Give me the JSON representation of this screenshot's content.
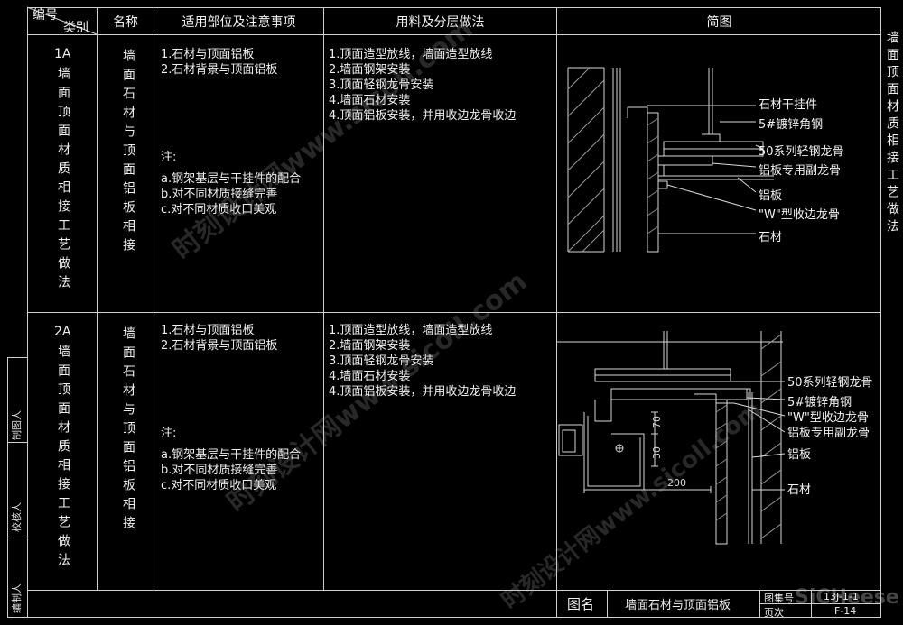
{
  "header": {
    "num": "编号",
    "category": "类别",
    "name": "名称",
    "usage": "适用部位及注意事项",
    "materials": "用料及分层做法",
    "diagram": "简图"
  },
  "rows": [
    {
      "code": "1A",
      "title": "墙面顶面材质相接工艺做法",
      "name": "墙面石材与顶面铝板相接",
      "usage": [
        "1.石材与顶面铝板",
        "2.石材背景与顶面铝板"
      ],
      "note_label": "注:",
      "notes": [
        "a.钢架基层与干挂件的配合",
        "b.对不同材质接缝完善",
        "c.对不同材质收口美观"
      ],
      "materials": [
        "1.顶面造型放线，墙面造型放线",
        "2.墙面钢架安装",
        "3.顶面轻钢龙骨安装",
        "4.墙面石材安装",
        "4.顶面铝板安装，并用收边龙骨收边"
      ],
      "labels": [
        "石材干挂件",
        "5#镀锌角钢",
        "50系列轻钢龙骨",
        "铝板专用副龙骨",
        "铝板",
        "\"W\"型收边龙骨",
        "石材"
      ]
    },
    {
      "code": "2A",
      "title": "墙面顶面材质相接工艺做法",
      "name": "墙面石材与顶面铝板相接",
      "usage": [
        "1.石材与顶面铝板",
        "2.石材背景与顶面铝板"
      ],
      "note_label": "注:",
      "notes": [
        "a.钢架基层与干挂件的配合",
        "b.对不同材质接缝完善",
        "c.对不同材质收口美观"
      ],
      "materials": [
        "1.顶面造型放线，墙面造型放线",
        "2.墙面钢架安装",
        "3.顶面轻钢龙骨安装",
        "4.墙面石材安装",
        "4.顶面铝板安装，并用收边龙骨收边"
      ],
      "labels": [
        "50系列轻钢龙骨",
        "5#镀锌角钢",
        "\"W\"型收边龙骨",
        "铝板专用副龙骨",
        "铝板",
        "石材"
      ],
      "dims": [
        "70",
        "30",
        "200"
      ]
    }
  ],
  "side_right": "墙面顶面材质相接工艺做法",
  "side_left": [
    "制图人",
    "校核人",
    "编制人"
  ],
  "footer": {
    "drawing_name_label": "图名",
    "drawing_name": "墙面石材与顶面铝板",
    "atlas_label": "图集号",
    "atlas_value": "13J-1-1",
    "page_label": "页次",
    "page_value": "F-14"
  },
  "watermarks": [
    "时刻设计网www.sicoll.com",
    "时刻设计网www.sicoll.com",
    "时刻设计网www.sicoll.com"
  ],
  "corner_logo": "SiCHeese"
}
